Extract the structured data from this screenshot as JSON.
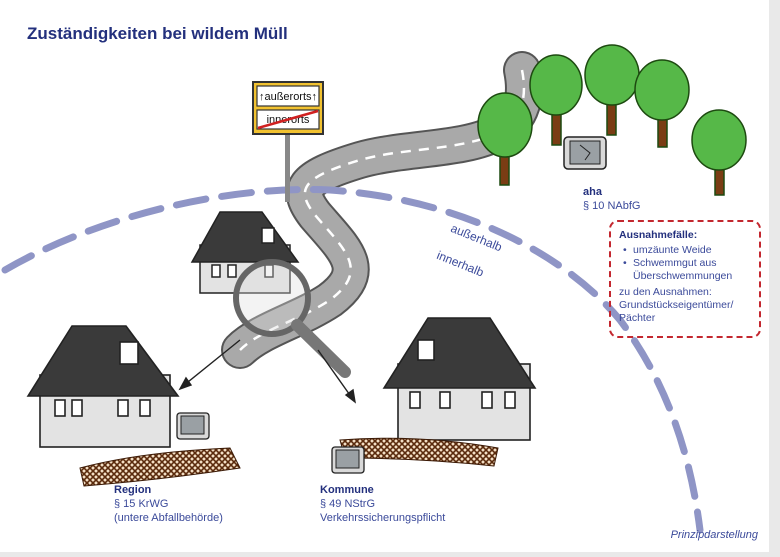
{
  "title": "Zuständigkeiten bei wildem Müll",
  "sign": {
    "top": "↑außerorts↑",
    "bottom": "innerorts"
  },
  "zones": {
    "outside": "außerhalb",
    "inside": "innerhalb"
  },
  "aha": {
    "name": "aha",
    "law": "§ 10 NAbfG"
  },
  "exceptions": {
    "heading": "Ausnahmefälle:",
    "items": [
      "umzäunte Weide",
      "Schwemmgut aus Überschwemmungen"
    ],
    "footer": "zu den Ausnahmen: Grundstückseigentümer/ Pächter"
  },
  "region": {
    "name": "Region",
    "law": "§ 15 KrWG",
    "detail": "(untere Abfallbehörde)"
  },
  "kommune": {
    "name": "Kommune",
    "law": "§ 49 NStrG",
    "detail": "Verkehrssicherungspflicht"
  },
  "note": "Prinzipdarstellung",
  "colors": {
    "accent": "#23307d",
    "boundary": "#8f95c6",
    "exception_border": "#c3272f",
    "tree": "#56b848",
    "trunk": "#7a3d14"
  }
}
